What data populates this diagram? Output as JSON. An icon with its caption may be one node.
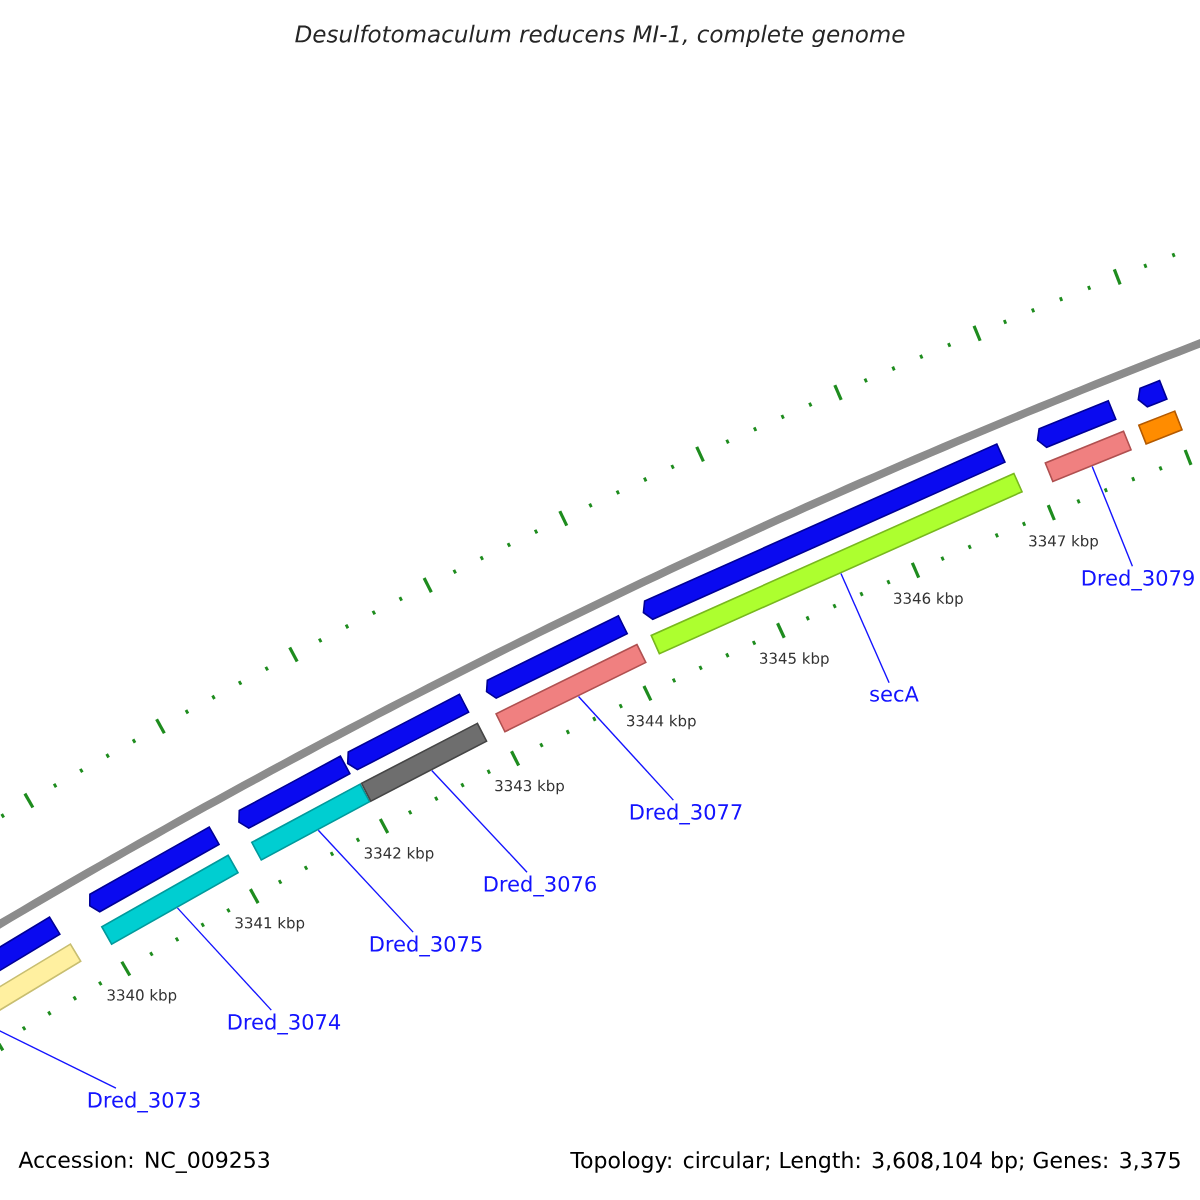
{
  "diagram": {
    "title": "Desulfotomaculum reducens MI-1, complete genome",
    "nodes": [
      {
        "text": [],
        "shape": "bar"
      },
      {
        "text": [
          "Dred_3073"
        ]
      },
      {
        "text": [],
        "shape": "bar"
      },
      {
        "text": [
          "Dred_3074"
        ]
      },
      {
        "text": [],
        "shape": "bar"
      },
      {
        "text": [
          "Dred_3075"
        ]
      },
      {
        "text": [],
        "shape": "bar"
      },
      {
        "text": [
          "Dred_3076"
        ]
      },
      {
        "text": [],
        "shape": "bar"
      },
      {
        "text": [
          "Dred_3077"
        ]
      },
      {
        "text": [],
        "shape": "bar"
      },
      {
        "text": [
          "secA"
        ]
      },
      {
        "text": [],
        "shape": "bar"
      },
      {
        "text": [
          "Dred_3079"
        ]
      },
      {
        "text": [],
        "shape": "arrow"
      },
      {
        "text": [],
        "shape": "arrow"
      },
      {
        "text": [],
        "shape": "arrow"
      },
      {
        "text": [],
        "shape": "arrow"
      },
      {
        "text": [],
        "shape": "arrow"
      },
      {
        "text": [],
        "shape": "arrow"
      },
      {
        "text": [],
        "shape": "arrow"
      },
      {
        "text": [],
        "shape": "arrow"
      },
      {
        "text": [],
        "shape": "bar"
      }
    ],
    "edges": [
      {
        "from": 1,
        "to": 0,
        "arrow": "none"
      },
      {
        "from": 3,
        "to": 2,
        "arrow": "none"
      },
      {
        "from": 5,
        "to": 4,
        "arrow": "none"
      },
      {
        "from": 7,
        "to": 6,
        "arrow": "none"
      },
      {
        "from": 9,
        "to": 8,
        "arrow": "none"
      },
      {
        "from": 11,
        "to": 10,
        "arrow": "none"
      },
      {
        "from": 13,
        "to": 12,
        "arrow": "none"
      }
    ],
    "labels": [
      "3340 kbp",
      "3341 kbp",
      "3342 kbp",
      "3343 kbp",
      "3344 kbp",
      "3345 kbp",
      "3346 kbp",
      "3347 kbp",
      "Accession: NC_009253",
      "Topology: circular; Length: 3,608,104 bp; Genes: 3,375"
    ]
  }
}
